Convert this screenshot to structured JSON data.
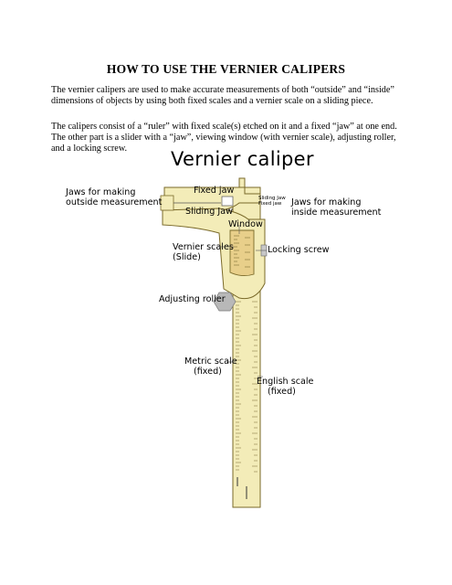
{
  "document": {
    "title": "HOW TO USE THE VERNIER CALIPERS",
    "paragraph1": "The vernier calipers are used to make accurate measurements of both “outside” and “inside” dimensions of objects by using both fixed scales and a vernier scale on a sliding piece.",
    "paragraph2": "The calipers consist of a “ruler” with fixed scale(s) etched on it and a fixed “jaw” at one end. The other part is a slider with a “jaw”, viewing window (with vernier scale), adjusting roller, and a locking screw."
  },
  "figure": {
    "title": "Vernier caliper",
    "labels": {
      "jaws_outside_1": "Jaws for making",
      "jaws_outside_2": "outside measurement",
      "fixed_jaw": "Fixed jaw",
      "sliding_jaw": "Sliding Jaw",
      "window": "Window",
      "tiny_sliding_jaw": "Sliding Jaw",
      "tiny_fixed_jaw": "Fixed jaw",
      "jaws_inside_1": "Jaws for making",
      "jaws_inside_2": "inside measurement",
      "vernier_1": "Vernier scales",
      "vernier_2": "(Slide)",
      "locking_screw": "Locking screw",
      "adjusting_roller": "Adjusting roller",
      "metric_1": "Metric scale",
      "metric_2": "(fixed)",
      "english_1": "English scale",
      "english_2": "(fixed)"
    },
    "colors": {
      "body": "#f3ecb8",
      "outline": "#7a6a2a",
      "window": "#e8cf8a",
      "roller": "#b8b8b8"
    }
  }
}
